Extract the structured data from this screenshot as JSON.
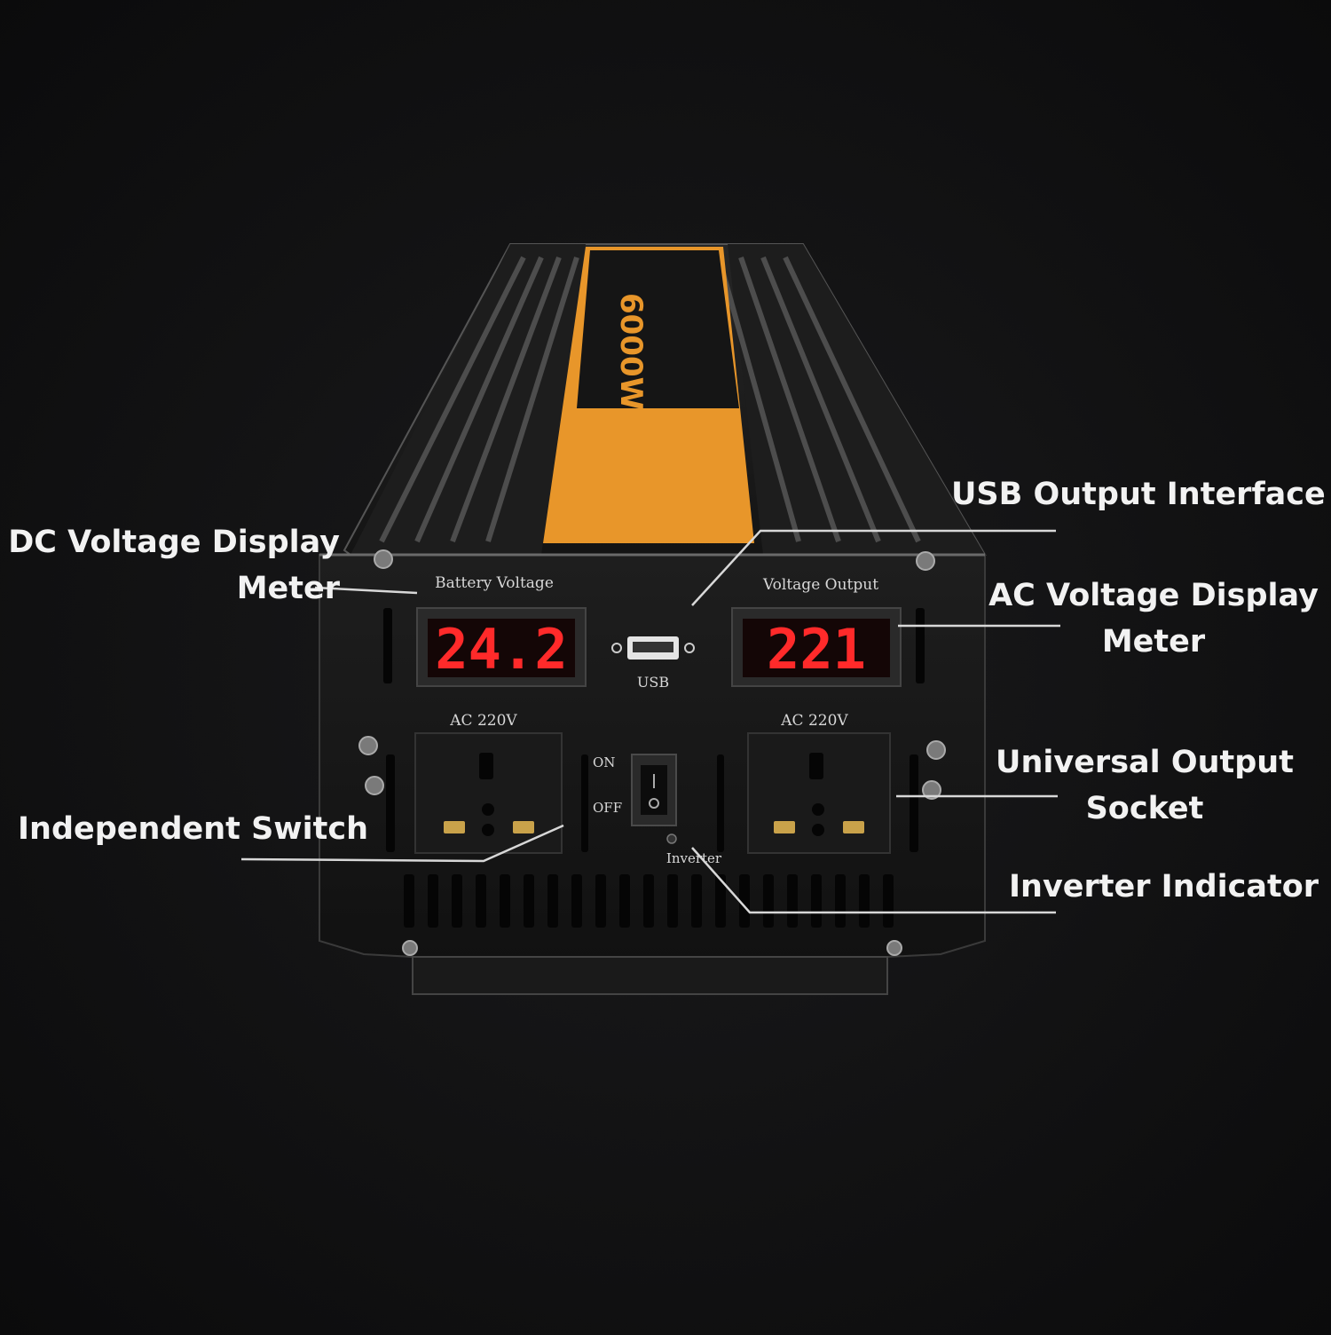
{
  "product": {
    "top_label_power": "6000W",
    "panel": {
      "battery_voltage_label": "Battery Voltage",
      "voltage_output_label": "Voltage Output",
      "battery_voltage_reading": "24.2",
      "voltage_output_reading": "221",
      "usb_label": "USB",
      "left_socket_label": "AC 220V",
      "right_socket_label": "AC 220V",
      "switch_on_label": "ON",
      "switch_off_label": "OFF",
      "inverter_indicator_label": "Inverter"
    }
  },
  "callouts": {
    "dc_meter": "DC Voltage Display Meter",
    "independent_switch": "Independent Switch",
    "usb_interface": "USB Output Interface",
    "ac_meter": "AC Voltage Display Meter",
    "universal_socket": "Universal Output Socket",
    "inverter_indicator": "Inverter Indicator"
  },
  "colors": {
    "background": "#141415",
    "housing": "#1c1c1c",
    "label_orange": "#e8962a",
    "led_red": "#ff2a2a",
    "callout_text": "#f2f2f2"
  }
}
